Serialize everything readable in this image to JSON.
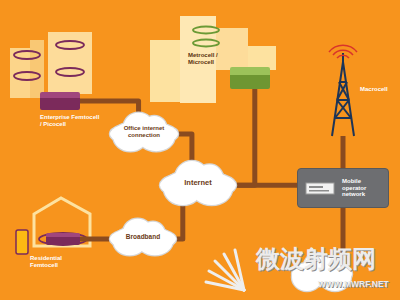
{
  "diagram": {
    "nodes": [
      {
        "text": [
          "Enterprise Femtocell / Picocell"
        ]
      },
      {
        "text": [
          "Metrocell / Microcell"
        ]
      },
      {
        "text": [
          "Macrocell"
        ]
      },
      {
        "text": [
          "Office internet connection"
        ]
      },
      {
        "text": [
          "Internet"
        ]
      },
      {
        "text": [
          "Mobile operator network"
        ]
      },
      {
        "text": [
          "Broadband"
        ]
      },
      {
        "text": [
          "Residential Femtocell"
        ]
      }
    ],
    "edges": [
      {
        "from": 0,
        "to": 3,
        "arrow": "none"
      },
      {
        "from": 3,
        "to": 4,
        "arrow": "none"
      },
      {
        "from": 4,
        "to": 1,
        "arrow": "none"
      },
      {
        "from": 4,
        "to": 5,
        "arrow": "none"
      },
      {
        "from": 5,
        "to": 2,
        "arrow": "none"
      },
      {
        "from": 7,
        "to": 6,
        "arrow": "none"
      },
      {
        "from": 6,
        "to": 4,
        "arrow": "none"
      }
    ],
    "labels": [
      "微波射频网",
      "WWW.MWRF.NET"
    ]
  }
}
